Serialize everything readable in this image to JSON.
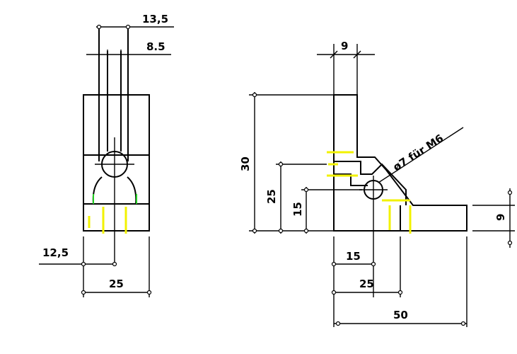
{
  "dimensions": {
    "front_width_13_5": "13,5",
    "front_width_8_5": "8.5",
    "front_offset_12_5": "12,5",
    "front_total_25": "25",
    "side_thickness_9_top": "9",
    "side_height_30": "30",
    "side_height_25": "25",
    "side_height_15": "15",
    "side_thickness_9_right": "9",
    "side_offset_15": "15",
    "side_offset_25": "25",
    "side_length_50": "50"
  },
  "annotations": {
    "hole_callout": "ø7 für M6"
  },
  "colors": {
    "line": "#000000",
    "highlight_yellow": "#f2f200",
    "highlight_green": "#22cc22",
    "background": "#ffffff"
  }
}
